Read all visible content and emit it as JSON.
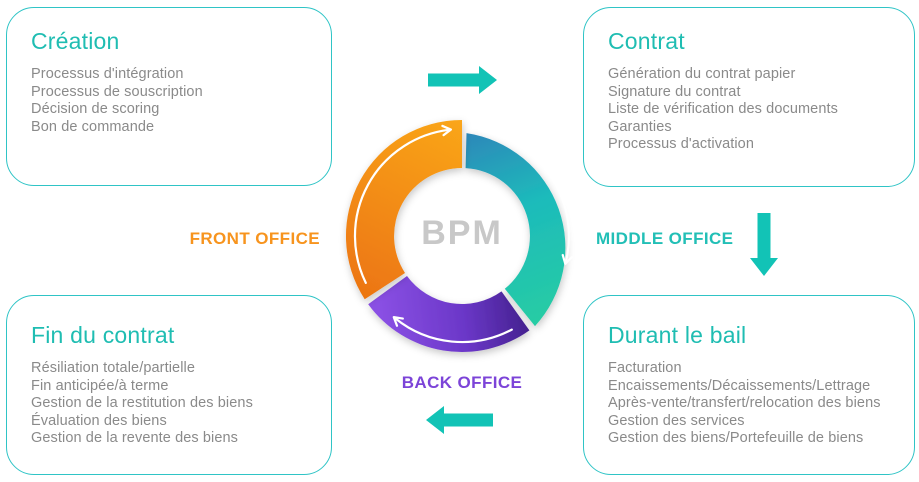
{
  "cards": [
    {
      "id": "creation",
      "title": "Création",
      "items": [
        "Processus d'intégration",
        "Processus de souscription",
        "Décision de scoring",
        "Bon de commande"
      ]
    },
    {
      "id": "contrat",
      "title": "Contrat",
      "items": [
        "Génération du contrat papier",
        "Signature du contrat",
        "Liste de vérification des documents",
        "Garanties",
        "Processus d'activation"
      ]
    },
    {
      "id": "fin-du-contrat",
      "title": "Fin du contrat",
      "items": [
        "Résiliation totale/partielle",
        "Fin anticipée/à terme",
        "Gestion de la restitution des biens",
        "Évaluation des biens",
        "Gestion de la revente des biens"
      ]
    },
    {
      "id": "durant-le-bail",
      "title": "Durant le bail",
      "items": [
        "Facturation",
        "Encaissements/Décaissements/Lettrage",
        "Après-vente/transfert/relocation des biens",
        "Gestion des services",
        "Gestion des biens/Portefeuille de biens"
      ]
    }
  ],
  "donut": {
    "center_label": "BPM",
    "segments": [
      {
        "label": "FRONT OFFICE",
        "color": "#f7941e"
      },
      {
        "label": "MIDDLE OFFICE",
        "color": "#22bfb6"
      },
      {
        "label": "BACK OFFICE",
        "color": "#7c44d8"
      }
    ]
  },
  "colors": {
    "card_border": "#2fc4c6",
    "card_title": "#1fbdb2",
    "card_text": "#8a8a8a",
    "center_label": "#c8c8c8",
    "flow_arrow": "#12c3b6",
    "orange_gradient": [
      "#faa61a",
      "#ec7511"
    ],
    "teal_gradient": [
      "#2f84b9",
      "#1dbbbb",
      "#27cca4"
    ],
    "purple_gradient": [
      "#381b7e",
      "#6b37c8",
      "#8a50e4"
    ]
  }
}
